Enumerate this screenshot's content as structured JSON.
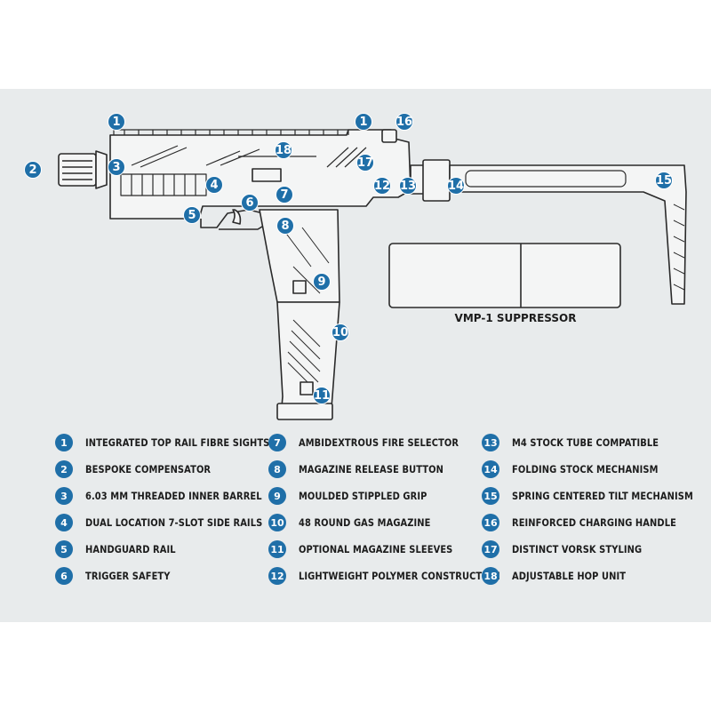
{
  "colors": {
    "panel": "#e8ebec",
    "badge": "#1f6fa8",
    "line": "#2a2a2a",
    "fill": "#f4f5f5"
  },
  "suppressor_label": "VMP-1 SUPPRESSOR",
  "legend": [
    {
      "num": "1",
      "label": "INTEGRATED TOP RAIL FIBRE SIGHTS"
    },
    {
      "num": "2",
      "label": "BESPOKE COMPENSATOR"
    },
    {
      "num": "3",
      "label": "6.03 MM THREADED INNER BARREL"
    },
    {
      "num": "4",
      "label": "DUAL LOCATION 7-SLOT SIDE RAILS"
    },
    {
      "num": "5",
      "label": "HANDGUARD RAIL"
    },
    {
      "num": "6",
      "label": "TRIGGER SAFETY"
    },
    {
      "num": "7",
      "label": "AMBIDEXTROUS FIRE SELECTOR"
    },
    {
      "num": "8",
      "label": "MAGAZINE RELEASE BUTTON"
    },
    {
      "num": "9",
      "label": "MOULDED STIPPLED GRIP"
    },
    {
      "num": "10",
      "label": "48 ROUND GAS MAGAZINE"
    },
    {
      "num": "11",
      "label": "OPTIONAL MAGAZINE SLEEVES"
    },
    {
      "num": "12",
      "label": "LIGHTWEIGHT POLYMER CONSTRUCTION"
    },
    {
      "num": "13",
      "label": "M4 STOCK TUBE COMPATIBLE"
    },
    {
      "num": "14",
      "label": "FOLDING STOCK MECHANISM"
    },
    {
      "num": "15",
      "label": "SPRING CENTERED TILT MECHANISM"
    },
    {
      "num": "16",
      "label": "REINFORCED CHARGING HANDLE"
    },
    {
      "num": "17",
      "label": "DISTINCT VORSK STYLING"
    },
    {
      "num": "18",
      "label": "ADJUSTABLE HOP UNIT"
    }
  ],
  "callouts": [
    {
      "num": "1",
      "target": "front-sight"
    },
    {
      "num": "1",
      "target": "rear-sight"
    },
    {
      "num": "16",
      "target": "charging-handle"
    },
    {
      "num": "2",
      "target": "compensator"
    },
    {
      "num": "3",
      "target": "inner-barrel"
    },
    {
      "num": "18",
      "target": "hop-unit"
    },
    {
      "num": "17",
      "target": "styling-cuts"
    },
    {
      "num": "4",
      "target": "side-rail"
    },
    {
      "num": "12",
      "target": "receiver"
    },
    {
      "num": "13",
      "target": "stock-tube"
    },
    {
      "num": "14",
      "target": "folding-mechanism"
    },
    {
      "num": "15",
      "target": "stock"
    },
    {
      "num": "7",
      "target": "fire-selector"
    },
    {
      "num": "6",
      "target": "trigger"
    },
    {
      "num": "5",
      "target": "handguard"
    },
    {
      "num": "8",
      "target": "mag-release"
    },
    {
      "num": "9",
      "target": "grip"
    },
    {
      "num": "10",
      "target": "magazine"
    },
    {
      "num": "11",
      "target": "mag-sleeve"
    }
  ]
}
